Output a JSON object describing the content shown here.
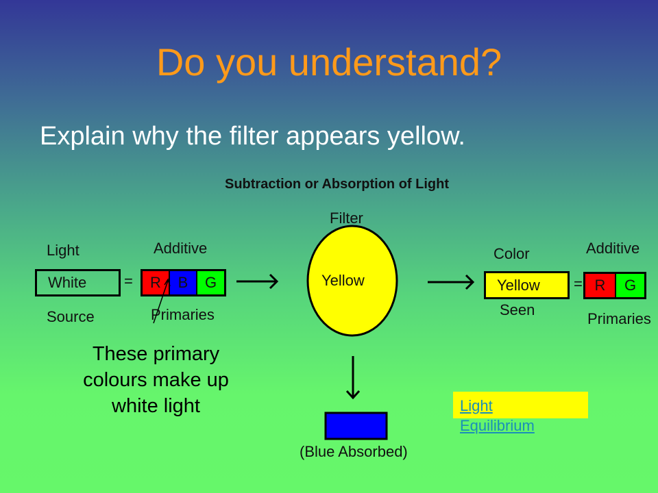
{
  "slide": {
    "title": "Do you understand?",
    "question": "Explain why the filter appears yellow."
  },
  "diagram": {
    "title": "Subtraction or Absorption of Light",
    "light_label": "Light",
    "white": "White",
    "source_label": "Source",
    "equals": "=",
    "additive_label": "Additive",
    "primaries_label": "Primaries",
    "r": "R",
    "b": "B",
    "g": "G",
    "filter_label": "Filter",
    "filter_text": "Yellow",
    "color_label": "Color",
    "yellow": "Yellow",
    "seen_label": "Seen",
    "additive_label2": "Additive",
    "primaries_label2": "Primaries",
    "absorbed": "(Blue Absorbed)"
  },
  "note": "These primary colours make up white light",
  "link": {
    "line1": "Light",
    "line2": "Equilibrium"
  }
}
